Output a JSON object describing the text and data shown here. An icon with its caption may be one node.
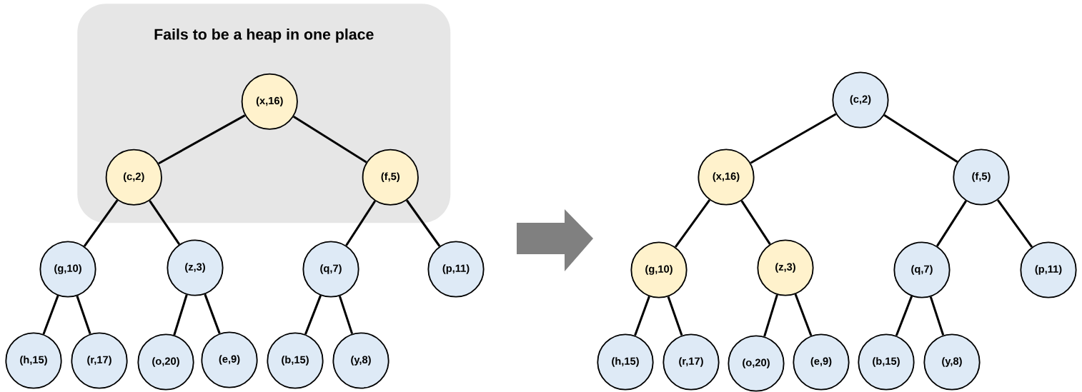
{
  "diagram": {
    "nodes": [
      {
        "text": [
          "Fails to be a heap in one place"
        ]
      },
      {
        "text": [
          "(x,16)"
        ],
        "in": 0
      },
      {
        "text": [
          "(c,2)"
        ],
        "in": 0
      },
      {
        "text": [
          "(f,5)"
        ],
        "in": 0
      },
      {
        "text": [
          "(g,10)"
        ]
      },
      {
        "text": [
          "(z,3)"
        ]
      },
      {
        "text": [
          "(q,7)"
        ]
      },
      {
        "text": [
          "(p,11)"
        ]
      },
      {
        "text": [
          "(h,15)"
        ]
      },
      {
        "text": [
          "(r,17)"
        ]
      },
      {
        "text": [
          "(o,20)"
        ]
      },
      {
        "text": [
          "(e,9)"
        ]
      },
      {
        "text": [
          "(b,15)"
        ]
      },
      {
        "text": [
          "(y,8)"
        ]
      },
      {
        "text": [
          "(c,2)"
        ]
      },
      {
        "text": [
          "(x,16)"
        ]
      },
      {
        "text": [
          "(f,5)"
        ]
      },
      {
        "text": [
          "(g,10)"
        ]
      },
      {
        "text": [
          "(z,3)"
        ]
      },
      {
        "text": [
          "(q,7)"
        ]
      },
      {
        "text": [
          "(p,11)"
        ]
      },
      {
        "text": [
          "(h,15)"
        ]
      },
      {
        "text": [
          "(r,17)"
        ]
      },
      {
        "text": [
          "(o,20)"
        ]
      },
      {
        "text": [
          "(e,9)"
        ]
      },
      {
        "text": [
          "(b,15)"
        ]
      },
      {
        "text": [
          "(y,8)"
        ]
      }
    ],
    "edges": [
      {
        "from": 1,
        "to": 2,
        "arrow": "none"
      },
      {
        "from": 1,
        "to": 3,
        "arrow": "none"
      },
      {
        "from": 2,
        "to": 4,
        "arrow": "none"
      },
      {
        "from": 2,
        "to": 5,
        "arrow": "none"
      },
      {
        "from": 3,
        "to": 6,
        "arrow": "none"
      },
      {
        "from": 3,
        "to": 7,
        "arrow": "none"
      },
      {
        "from": 4,
        "to": 8,
        "arrow": "none"
      },
      {
        "from": 4,
        "to": 9,
        "arrow": "none"
      },
      {
        "from": 5,
        "to": 10,
        "arrow": "none"
      },
      {
        "from": 5,
        "to": 11,
        "arrow": "none"
      },
      {
        "from": 6,
        "to": 12,
        "arrow": "none"
      },
      {
        "from": 6,
        "to": 13,
        "arrow": "none"
      },
      {
        "from": 14,
        "to": 15,
        "arrow": "none"
      },
      {
        "from": 14,
        "to": 16,
        "arrow": "none"
      },
      {
        "from": 15,
        "to": 17,
        "arrow": "none"
      },
      {
        "from": 15,
        "to": 18,
        "arrow": "none"
      },
      {
        "from": 16,
        "to": 19,
        "arrow": "none"
      },
      {
        "from": 16,
        "to": 20,
        "arrow": "none"
      },
      {
        "from": 17,
        "to": 21,
        "arrow": "none"
      },
      {
        "from": 17,
        "to": 22,
        "arrow": "none"
      },
      {
        "from": 18,
        "to": 23,
        "arrow": "none"
      },
      {
        "from": 18,
        "to": 24,
        "arrow": "none"
      },
      {
        "from": 19,
        "to": 25,
        "arrow": "none"
      },
      {
        "from": 19,
        "to": 26,
        "arrow": "none"
      }
    ]
  }
}
